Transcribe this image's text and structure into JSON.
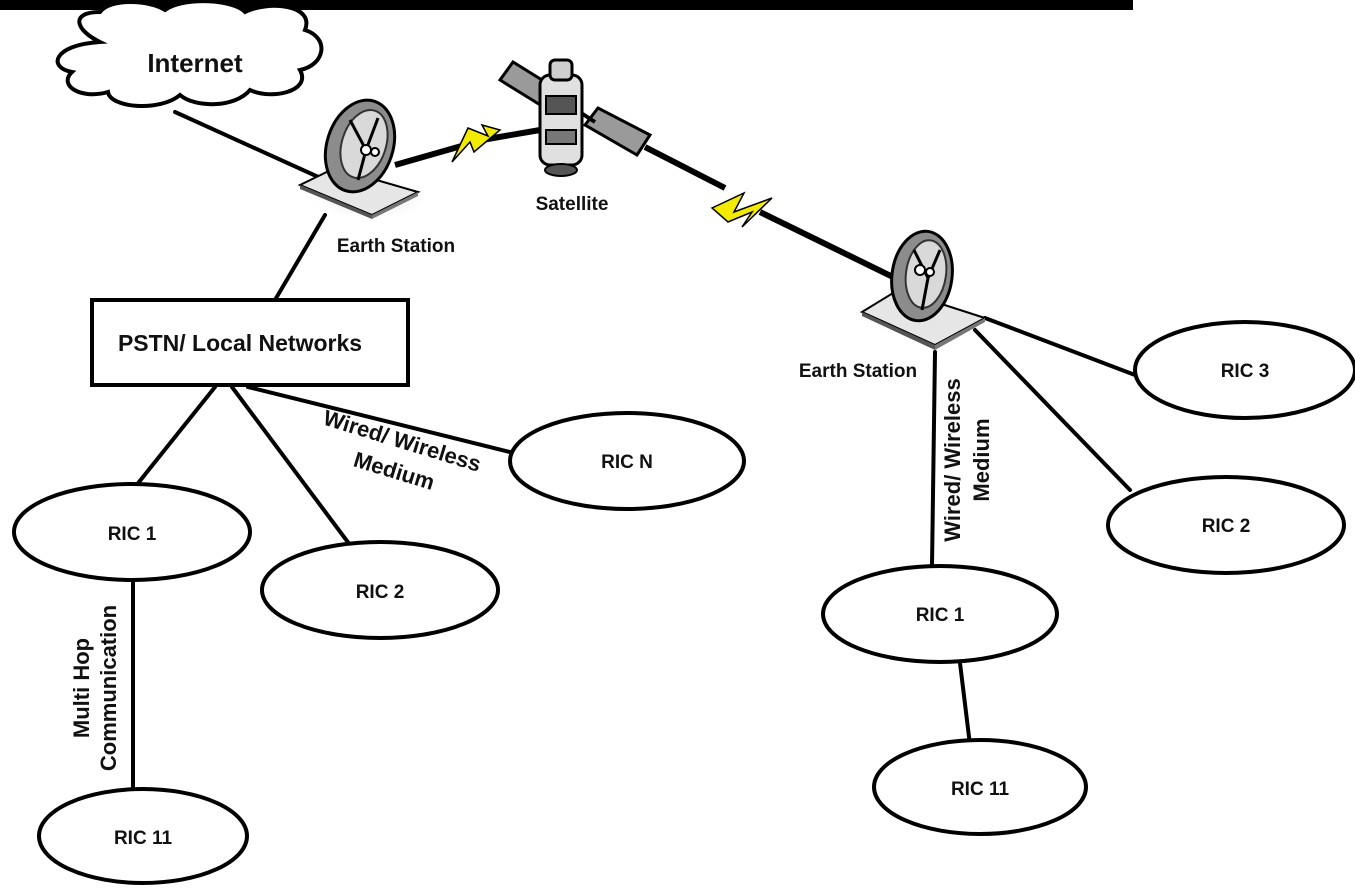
{
  "internet": {
    "label": "Internet"
  },
  "satellite": {
    "label": "Satellite"
  },
  "left_station": {
    "label": "Earth Station"
  },
  "right_station": {
    "label": "Earth Station"
  },
  "pstn": {
    "label": "PSTN/ Local Networks"
  },
  "left_medium": {
    "line1": "Wired/ Wireless",
    "line2": "Medium"
  },
  "right_medium": {
    "line1": "Wired/ Wireless",
    "line2": "Medium"
  },
  "multi_hop": {
    "line1": "Multi Hop",
    "line2": "Communication"
  },
  "left_nodes": {
    "ric_n": "RIC N",
    "ric_1": "RIC 1",
    "ric_2": "RIC 2",
    "ric_11": "RIC 11"
  },
  "right_nodes": {
    "ric_3": "RIC 3",
    "ric_2": "RIC 2",
    "ric_1": "RIC 1",
    "ric_11": "RIC 11"
  },
  "colors": {
    "line": "#000000",
    "lightning": "#f2ea00",
    "station_base": "#e6e6e6",
    "dish": "#8c8c8c",
    "satellite_panel": "#9a9a9a"
  },
  "icons": [
    "cloud-icon",
    "satellite-icon",
    "dish-antenna-icon",
    "lightning-icon"
  ]
}
